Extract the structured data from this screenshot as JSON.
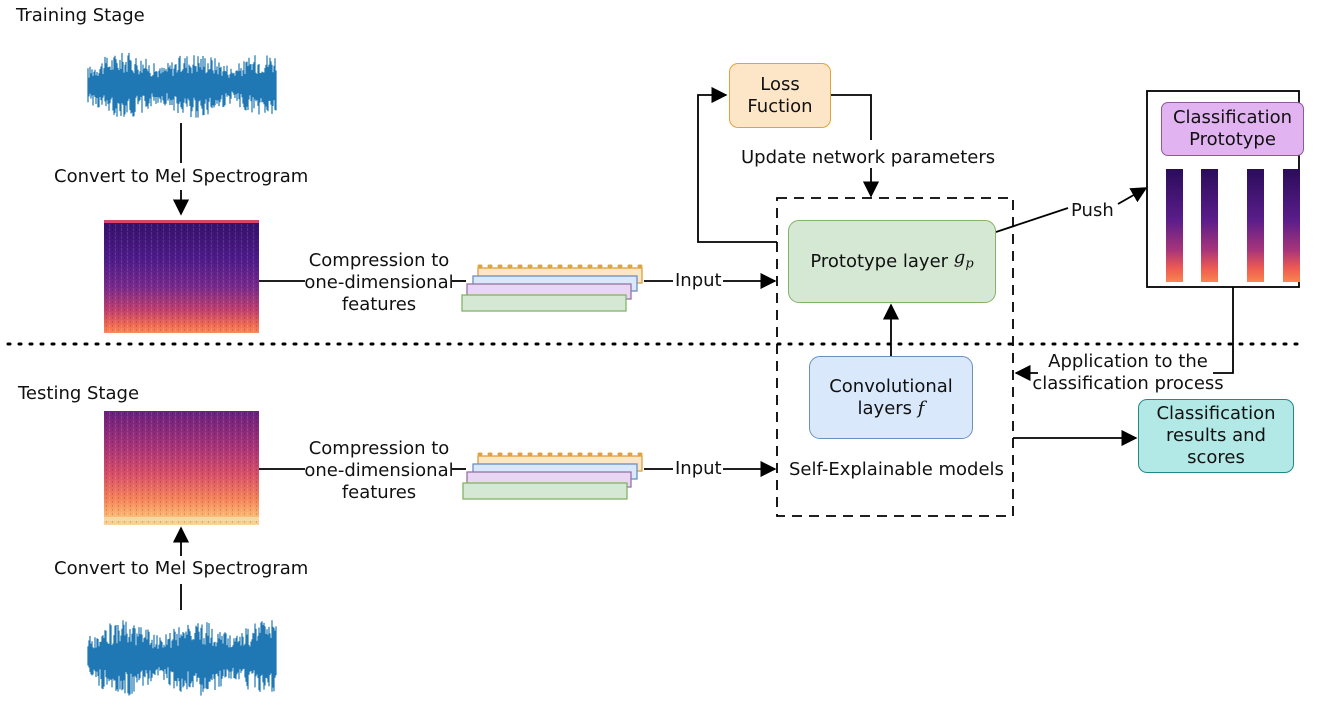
{
  "stages": {
    "training": "Training Stage",
    "testing": "Testing Stage"
  },
  "training": {
    "convert_label": "Convert to Mel Spectrogram",
    "compression_line1": "Compression to",
    "compression_line2": "one-dimensional",
    "compression_line3": "features",
    "input_label": "Input"
  },
  "testing": {
    "convert_label": "Convert to Mel Spectrogram",
    "compression_line1": "Compression to",
    "compression_line2": "one-dimensional",
    "compression_line3": "features",
    "input_label": "Input"
  },
  "loss": {
    "line1": "Loss",
    "line2": "Fuction"
  },
  "update_label": "Update network parameters",
  "prototype_layer": {
    "label": "Prototype layer",
    "symbol": "g",
    "subscript": "p"
  },
  "conv_layers": {
    "line1": "Convolutional",
    "line2": "layers",
    "symbol": "f"
  },
  "model_label": "Self-Explainable models",
  "push_label": "Push",
  "classification_prototype": {
    "line1": "Classification",
    "line2": "Prototype"
  },
  "application": {
    "line1": "Application to the",
    "line2": "classification process"
  },
  "results": {
    "line1": "Classification",
    "line2": "results and",
    "line3": "scores"
  },
  "colors": {
    "waveform": "#1f77b4",
    "loss_fill": "#fde6c8",
    "loss_border": "#e2a33a",
    "green_fill": "#d5e8d4",
    "green_border": "#82b366",
    "blue_fill": "#dae8fc",
    "blue_border": "#6c8ebf",
    "purple_fill": "#e1b3f0",
    "purple_border": "#8d5a9a",
    "teal_fill": "#b2e8e6",
    "teal_border": "#1f8a86"
  }
}
